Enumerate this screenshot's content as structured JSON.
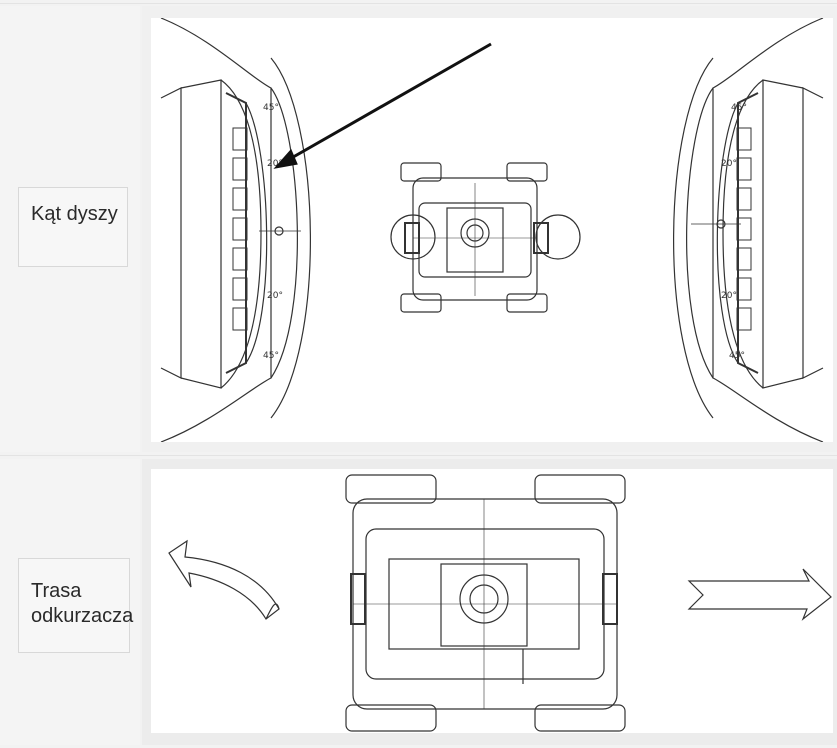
{
  "rows": [
    {
      "label": "Kąt dyszy"
    },
    {
      "label_line1": "Trasa",
      "label_line2": "odkurzacza"
    }
  ],
  "icons": {
    "nozzle_angle_figure": "robot-nozzle-angle-diagram",
    "path_figure": "robot-cleaning-path-diagram"
  },
  "colors": {
    "line": "#333333",
    "background": "#ffffff"
  }
}
